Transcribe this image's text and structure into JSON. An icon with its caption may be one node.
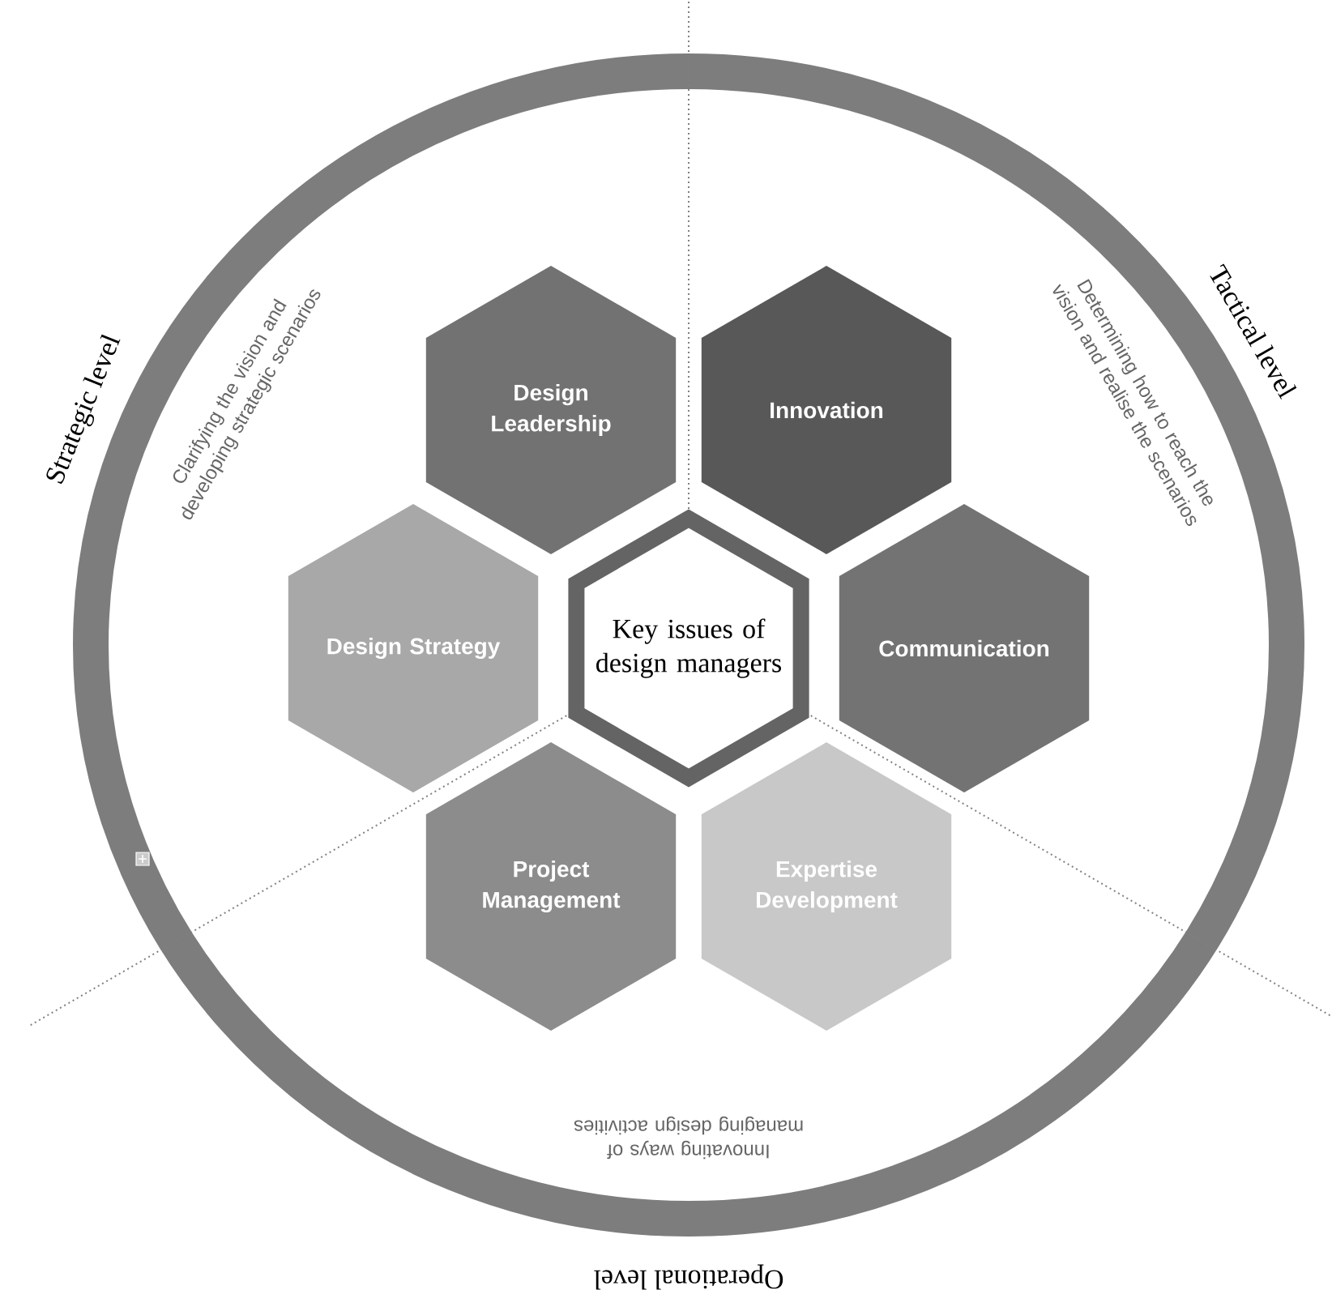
{
  "diagram": {
    "nodes": [
      {
        "text": [
          "Key issues of design managers"
        ]
      },
      {
        "text": [
          "Design Leadership"
        ]
      },
      {
        "text": [
          "Innovation"
        ]
      },
      {
        "text": [
          "Design Strategy"
        ]
      },
      {
        "text": [
          "Communication"
        ]
      },
      {
        "text": [
          "Project Management"
        ]
      },
      {
        "text": [
          "Expertise Development"
        ]
      }
    ],
    "labels": [
      "Strategic level",
      "Clarifying the vision and developing strategic scenarios",
      "Determining how to reach the vision and realise the scenarios",
      "Tactical level",
      "Innovating ways of managing design activities",
      "Operational level"
    ]
  }
}
